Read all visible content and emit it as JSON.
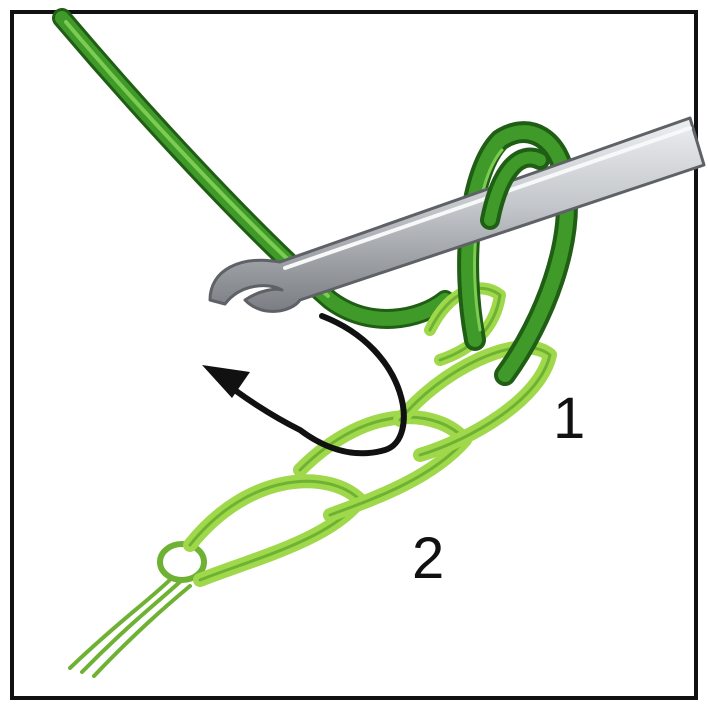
{
  "diagram": {
    "labels": [
      {
        "id": "step-1",
        "text": "1"
      },
      {
        "id": "step-2",
        "text": "2"
      }
    ],
    "colors": {
      "frame": "#111111",
      "working_yarn": "#3f9a2a",
      "working_yarn_dark": "#1f5e14",
      "chain": "#9fd84a",
      "chain_dark": "#6fb233",
      "hook_light": "#e4e6e8",
      "hook_mid": "#a9adb2",
      "hook_dark": "#6d7176",
      "arrow": "#111111"
    }
  }
}
